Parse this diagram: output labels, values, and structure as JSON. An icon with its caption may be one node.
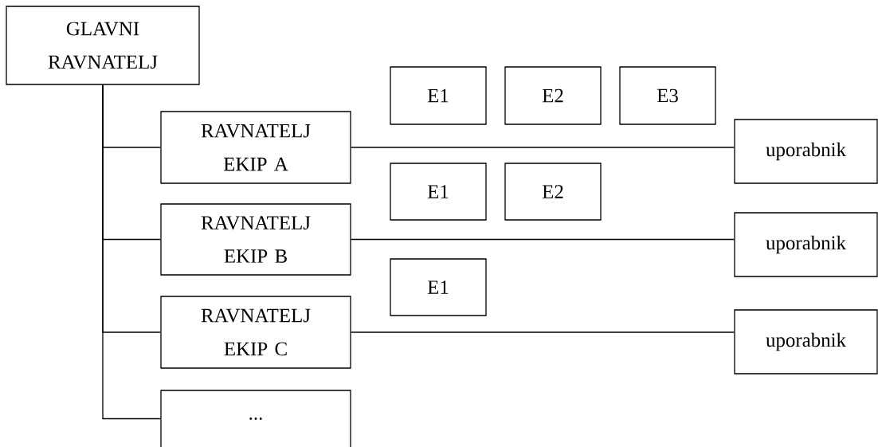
{
  "diagram": {
    "nodes": [
      {
        "text": [
          "GLAVNI RAVNATELJ"
        ]
      },
      {
        "text": [
          "E1"
        ]
      },
      {
        "text": [
          "E2"
        ]
      },
      {
        "text": [
          "E3"
        ]
      },
      {
        "text": [
          "RAVNATELJ EKIP A"
        ]
      },
      {
        "text": [
          "uporabnik"
        ]
      },
      {
        "text": [
          "E1"
        ]
      },
      {
        "text": [
          "E2"
        ]
      },
      {
        "text": [
          "RAVNATELJ EKIP B"
        ]
      },
      {
        "text": [
          "uporabnik"
        ]
      },
      {
        "text": [
          "E1"
        ]
      },
      {
        "text": [
          "RAVNATELJ EKIP C"
        ]
      },
      {
        "text": [
          "uporabnik"
        ]
      },
      {
        "text": [
          "..."
        ]
      }
    ],
    "edges": [
      {
        "from": 0,
        "to": 4,
        "arrow": "none"
      },
      {
        "from": 0,
        "to": 8,
        "arrow": "none"
      },
      {
        "from": 0,
        "to": 11,
        "arrow": "none"
      },
      {
        "from": 0,
        "to": 13,
        "arrow": "none"
      },
      {
        "from": 4,
        "to": 5,
        "arrow": "none"
      },
      {
        "from": 8,
        "to": 9,
        "arrow": "none"
      },
      {
        "from": 11,
        "to": 12,
        "arrow": "none"
      }
    ]
  }
}
